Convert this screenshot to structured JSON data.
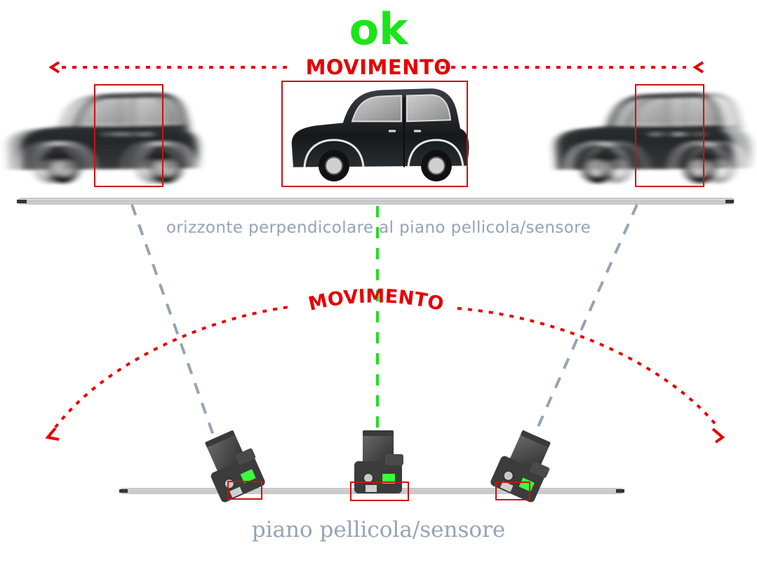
{
  "header": {
    "status_label": "ok",
    "status_color": "#19e619"
  },
  "subject_row": {
    "movement_label": "MOVIMENTO",
    "arrow_glyph": "<",
    "horizon_label": "orizzonte perpendicolare al piano pellicola/sensore",
    "cars": [
      {
        "id": "left",
        "blurred": true
      },
      {
        "id": "center",
        "blurred": false
      },
      {
        "id": "right",
        "blurred": true
      }
    ]
  },
  "camera_row": {
    "movement_label": "MOVIMENTO",
    "sensor_label": "piano pellicola/sensore",
    "cameras": [
      {
        "id": "left",
        "tilted": true
      },
      {
        "id": "center",
        "tilted": false
      },
      {
        "id": "right",
        "tilted": true
      }
    ]
  },
  "colors": {
    "movement": "#e60000",
    "sight_line_ok": "#22dd22",
    "sight_line_tilted": "#95a3b6",
    "label_gray": "#95a3b6"
  },
  "icons": [
    "car-icon",
    "camera-icon",
    "arrow-left-icon",
    "arrow-right-icon"
  ]
}
